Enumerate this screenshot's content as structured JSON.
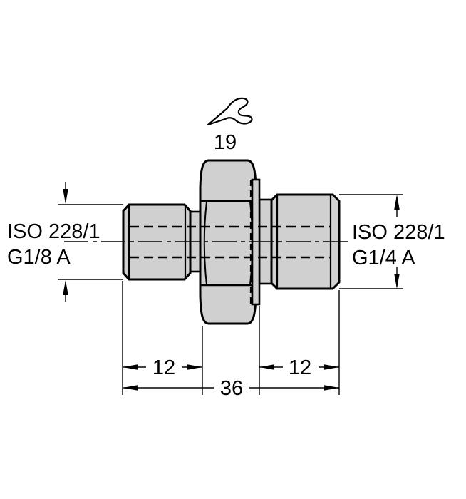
{
  "drawing": {
    "title": "threaded-adapter-fitting-technical-drawing",
    "wrench_size": "19",
    "left_thread": {
      "standard": "ISO 228/1",
      "size": "G1/8 A"
    },
    "right_thread": {
      "standard": "ISO 228/1",
      "size": "G1/4 A"
    },
    "dims": {
      "left_thread_length": "12",
      "right_thread_length": "12",
      "overall_length": "36"
    },
    "colors": {
      "body_fill": "#d0d0d0",
      "line": "#000000",
      "background": "#ffffff"
    },
    "icons": [
      {
        "name": "wrench-icon",
        "meaning": "spanner size across hex flats"
      }
    ]
  }
}
